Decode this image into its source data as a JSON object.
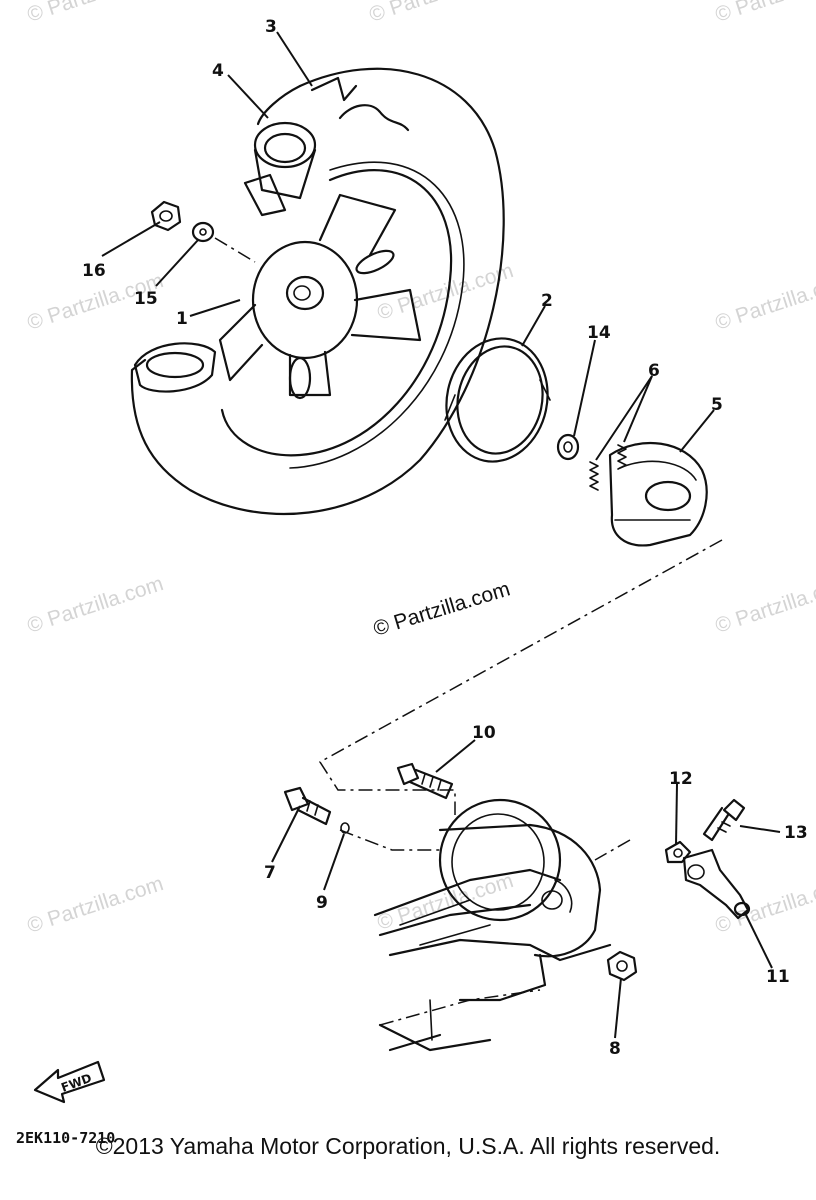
{
  "watermark": {
    "text": "© Partzilla.com",
    "main_text": "© Partzilla.com"
  },
  "callouts": [
    "1",
    "2",
    "3",
    "4",
    "5",
    "6",
    "7",
    "8",
    "9",
    "10",
    "11",
    "12",
    "13",
    "14",
    "15",
    "16"
  ],
  "drawing_code": "2EK110-7210",
  "fwd_label": "FWD",
  "copyright": "©2013  Yamaha Motor Corporation, U.S.A. All rights reserved."
}
